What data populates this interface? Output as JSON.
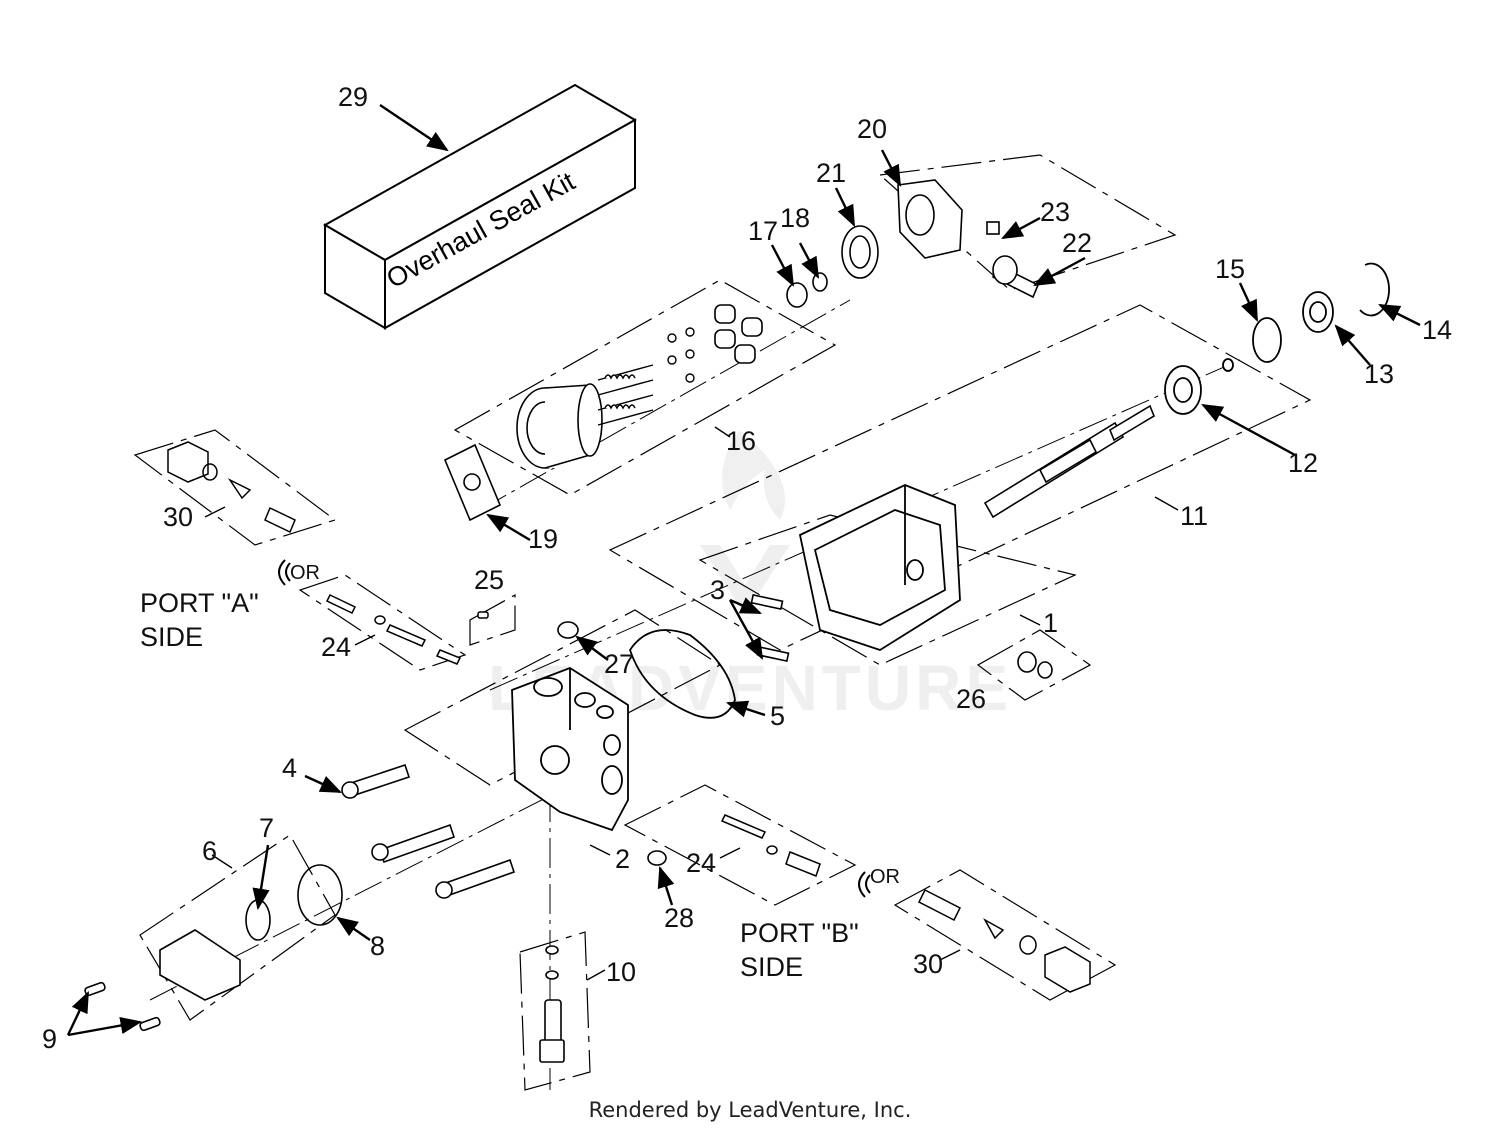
{
  "kit_box": {
    "label": "Overhaul Seal Kit"
  },
  "ports": {
    "a": {
      "line1": "PORT \"A\"",
      "line2": "SIDE",
      "or_label": "OR"
    },
    "b": {
      "line1": "PORT \"B\"",
      "line2": "SIDE",
      "or_label": "OR"
    }
  },
  "callouts": {
    "c1": "1",
    "c2": "2",
    "c3": "3",
    "c4": "4",
    "c5": "5",
    "c6": "6",
    "c7": "7",
    "c8": "8",
    "c9": "9",
    "c10": "10",
    "c11": "11",
    "c12": "12",
    "c13": "13",
    "c14": "14",
    "c15": "15",
    "c16": "16",
    "c17": "17",
    "c18": "18",
    "c19": "19",
    "c20": "20",
    "c21": "21",
    "c22": "22",
    "c23": "23",
    "c24a": "24",
    "c24b": "24",
    "c25": "25",
    "c26": "26",
    "c27": "27",
    "c28": "28",
    "c29": "29",
    "c30a": "30",
    "c30b": "30"
  },
  "watermark": {
    "text": "LEADVENTURE"
  },
  "footer": {
    "text": "Rendered by LeadVenture, Inc."
  }
}
